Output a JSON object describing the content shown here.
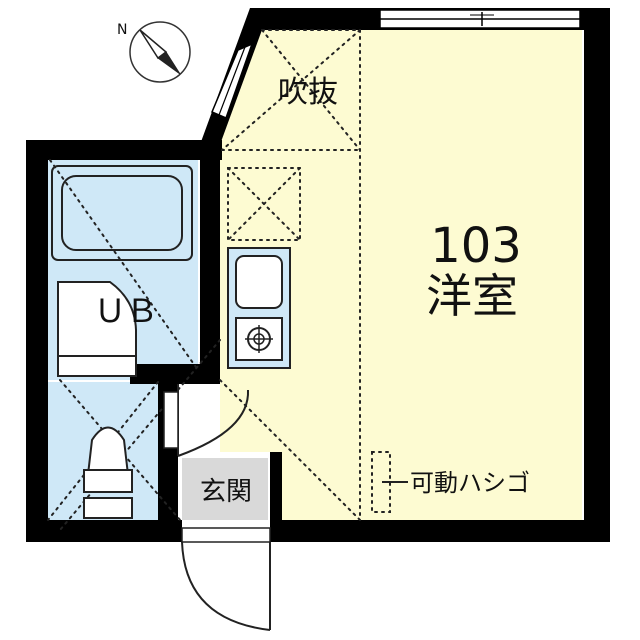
{
  "compass": {
    "north_label": "N"
  },
  "rooms": {
    "main": {
      "number": "103",
      "type": "洋室"
    },
    "atrium": {
      "label": "吹抜"
    },
    "bath": {
      "label": "ＵＢ"
    },
    "entrance": {
      "label": "玄関"
    }
  },
  "annotations": {
    "ladder": "可動ハシゴ"
  },
  "colors": {
    "wall": "#000000",
    "main_floor": "#fdfbd2",
    "wet_area": "#cfe8f7",
    "entrance_floor": "#d9d9d9",
    "fixture_line": "#222222"
  }
}
